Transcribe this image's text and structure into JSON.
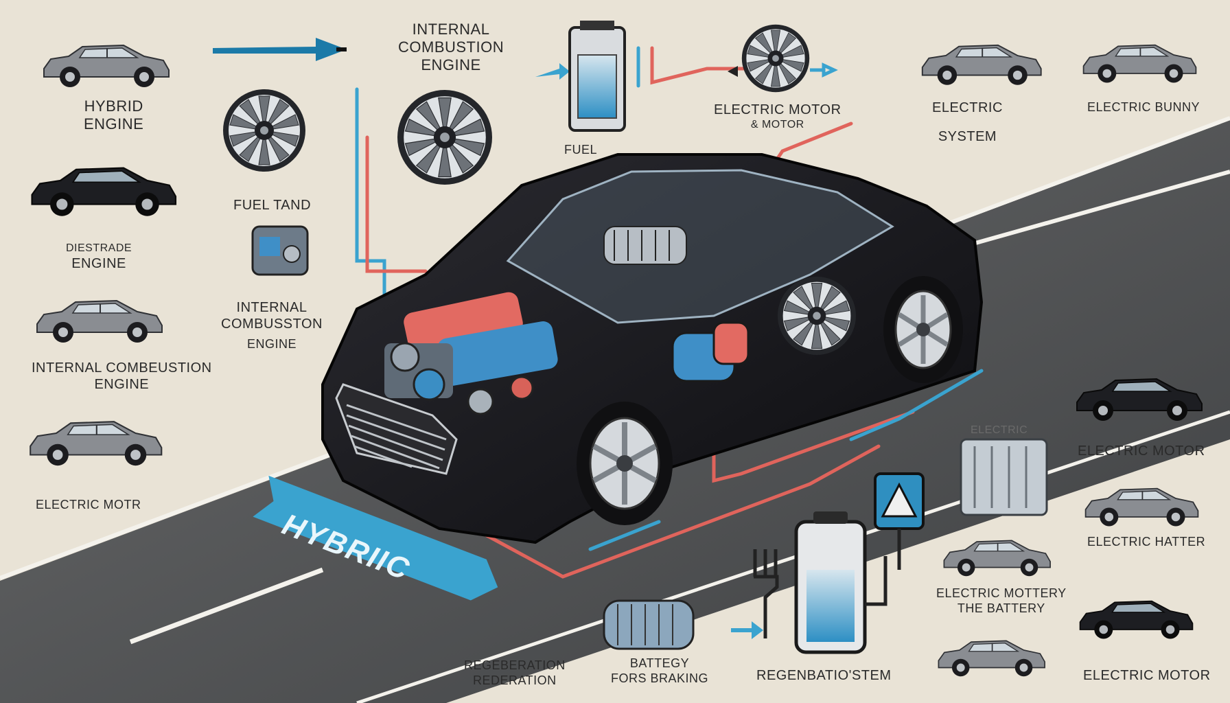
{
  "labels": {
    "ice_top": [
      "INTERNAL",
      "COMBUSTION",
      "ENGINE"
    ],
    "hybrid_engine": [
      "HYBRID",
      "ENGINE"
    ],
    "fuel_tand": "FUEL TAND",
    "fuel": "FUEL",
    "electric_motor_top": [
      "ELECTRIC MOTOR",
      "& MOTOR"
    ],
    "electric_system": [
      "ELECTRIC",
      "SYSTEM"
    ],
    "electric_top_right": "ELECTRIC BUNNY",
    "diesel_engine": [
      "DIESTRADE",
      "ENGINE"
    ],
    "ice_mid": [
      "INTERNAL",
      "COMBUSSTON",
      "ENGINE"
    ],
    "ice_left": [
      "INTERNAL COMBEUSTION",
      "ENGINE"
    ],
    "electric_motr": "ELECTRIC MOTR",
    "hybrid_road": "HYBRIIC",
    "electric_right_mid": "ELECTRIC",
    "electric_motor_right": "ELECTRIC MOTOR",
    "electric_hatter": "ELECTRIC HATTER",
    "electric_mottery": [
      "ELECTRIC MOTTERY",
      "THE BATTERY"
    ],
    "regeneration": [
      "REGEBERATION",
      "REDERATION"
    ],
    "battery": [
      "BATTEGY",
      "FORS BRAKING"
    ],
    "regenbratio": "REGENBATIO'STEM",
    "electric_motor_bottom": "ELECTRIC MOTOR"
  },
  "colors": {
    "background": "#e9e3d6",
    "road": "#56585a",
    "car_body": "#17171b",
    "wire_red": "#e0645c",
    "wire_blue": "#3aa3cf",
    "text": "#2a2a2a"
  },
  "icons": [
    "car-icon",
    "fan-icon",
    "fuel-pump-icon",
    "battery-icon",
    "plug-icon",
    "warning-sign-icon",
    "arrow-icon"
  ]
}
